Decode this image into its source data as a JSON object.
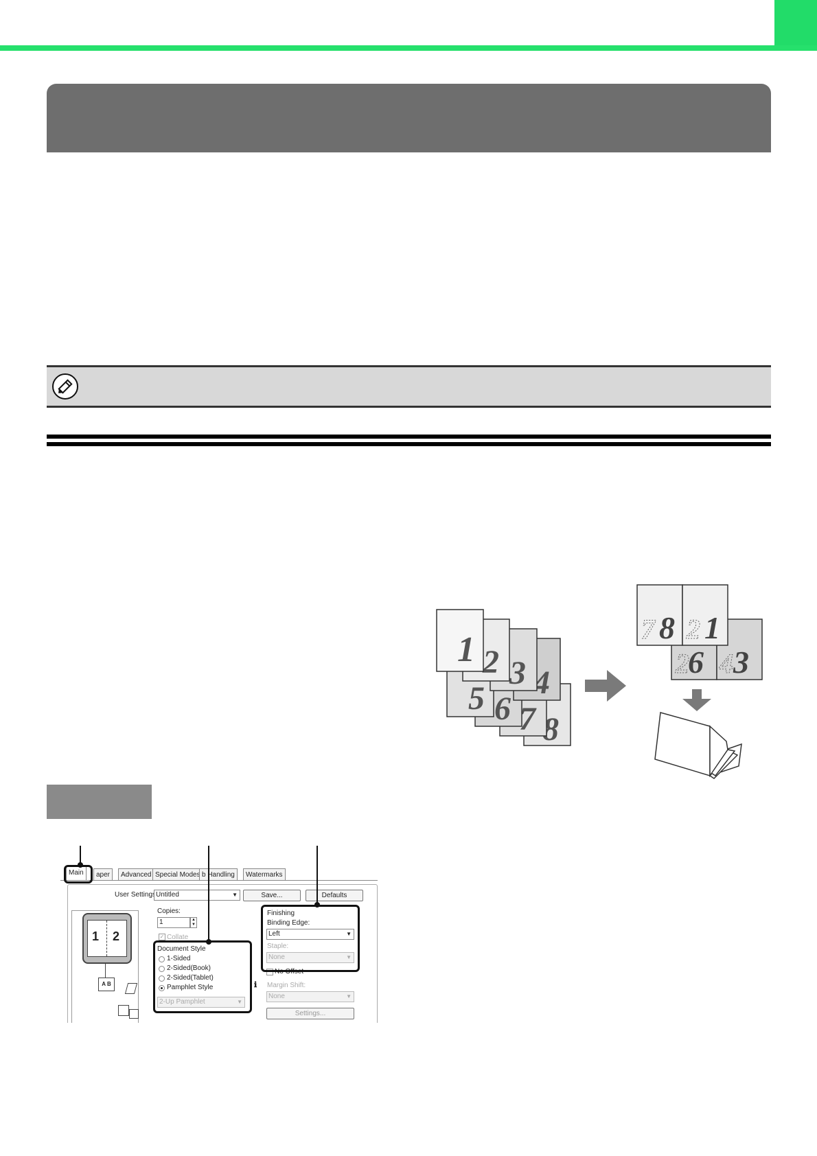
{
  "colors": {
    "accent_green": "#26e06c",
    "title_block_gray": "#6e6e6e",
    "note_bar_gray": "#d8d8d8",
    "label_block_gray": "#8a8a8a"
  },
  "note": {
    "icon": "pencil-icon"
  },
  "illustration": {
    "source_pages": [
      "1",
      "2",
      "3",
      "4",
      "5",
      "6",
      "7",
      "8"
    ],
    "result_sheet_top": [
      "8",
      "1"
    ],
    "result_sheet_bottom": [
      "6",
      "3"
    ],
    "arrow_icon": "arrow-right-icon",
    "down_arrow_icon": "arrow-down-icon",
    "booklet_icon": "folded-booklet-icon"
  },
  "dialog": {
    "tabs": [
      "Main",
      "Paper",
      "Advanced",
      "Special Modes",
      "Job Handling",
      "Watermarks"
    ],
    "tabs_visible": [
      "Main",
      "aper",
      "Advanced",
      "Special Modes",
      "b Handling",
      "Watermarks"
    ],
    "user_settings_label": "User Settings:",
    "user_settings_value": "Untitled",
    "save_button": "Save...",
    "defaults_button": "Defaults",
    "preview_pages": [
      "1",
      "2"
    ],
    "booklet_label": "A B",
    "copies_label": "Copies:",
    "copies_value": "1",
    "collate_label": "Collate",
    "document_style": {
      "title": "Document Style",
      "options": [
        "1-Sided",
        "2-Sided(Book)",
        "2-Sided(Tablet)",
        "Pamphlet Style"
      ],
      "selected": "Pamphlet Style",
      "pamphlet_value": "2-Up Pamphlet"
    },
    "finishing": {
      "title": "Finishing",
      "binding_edge_label": "Binding Edge:",
      "binding_edge_value": "Left",
      "staple_label": "Staple:",
      "staple_value": "None"
    },
    "no_offset_label": "No Offset",
    "margin_shift_label": "Margin Shift:",
    "margin_shift_value": "None",
    "settings_button": "Settings..."
  }
}
